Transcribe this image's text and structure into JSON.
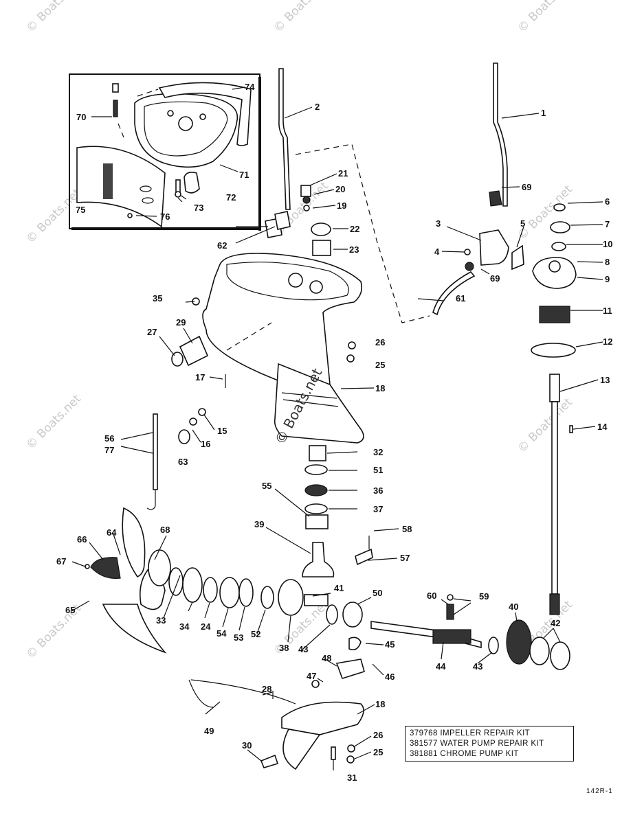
{
  "watermark": "© Boats.net",
  "drawing_code": "142R-1",
  "kits": [
    "379768 IMPELLER REPAIR KIT",
    "381577 WATER PUMP REPAIR KIT",
    "381881 CHROME PUMP KIT"
  ],
  "callouts": [
    "1",
    "2",
    "3",
    "4",
    "5",
    "6",
    "7",
    "8",
    "9",
    "10",
    "11",
    "12",
    "13",
    "14",
    "15",
    "16",
    "17",
    "18",
    "18",
    "19",
    "20",
    "21",
    "22",
    "23",
    "24",
    "25",
    "25",
    "26",
    "26",
    "27",
    "28",
    "29",
    "30",
    "31",
    "32",
    "33",
    "34",
    "35",
    "36",
    "37",
    "38",
    "39",
    "40",
    "41",
    "42",
    "43",
    "43",
    "44",
    "45",
    "46",
    "47",
    "48",
    "49",
    "50",
    "51",
    "52",
    "53",
    "54",
    "55",
    "56",
    "57",
    "58",
    "59",
    "60",
    "61",
    "62",
    "63",
    "64",
    "65",
    "66",
    "67",
    "68",
    "69",
    "69",
    "70",
    "71",
    "72",
    "73",
    "74",
    "75",
    "76",
    "77"
  ]
}
